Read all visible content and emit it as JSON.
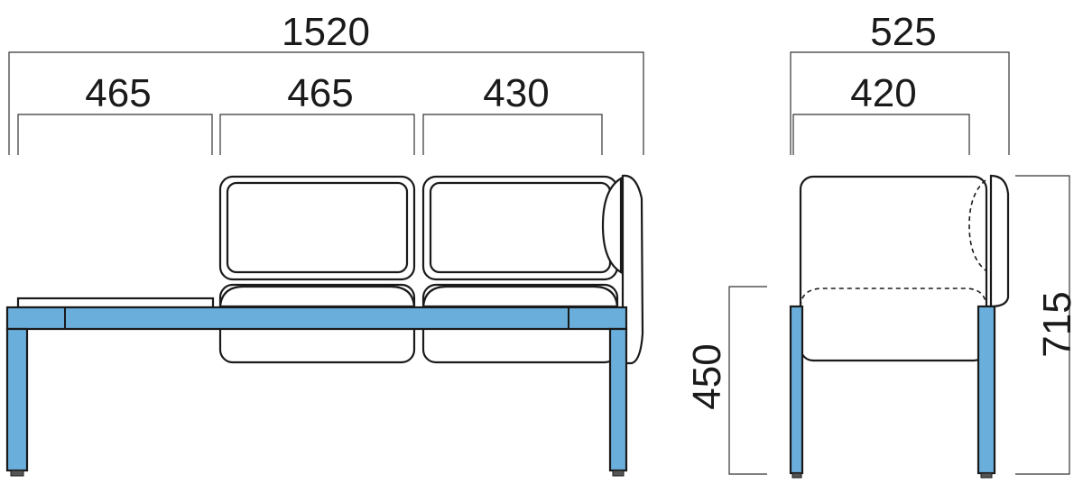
{
  "front_view": {
    "total_width": "1520",
    "segment_1": "465",
    "segment_2": "465",
    "segment_3": "430"
  },
  "side_view": {
    "total_depth": "525",
    "seat_depth": "420",
    "seat_height": "450",
    "total_height": "715"
  },
  "colors": {
    "frame": "#6aaedb",
    "outline": "#1a1a1a",
    "background": "#ffffff"
  }
}
